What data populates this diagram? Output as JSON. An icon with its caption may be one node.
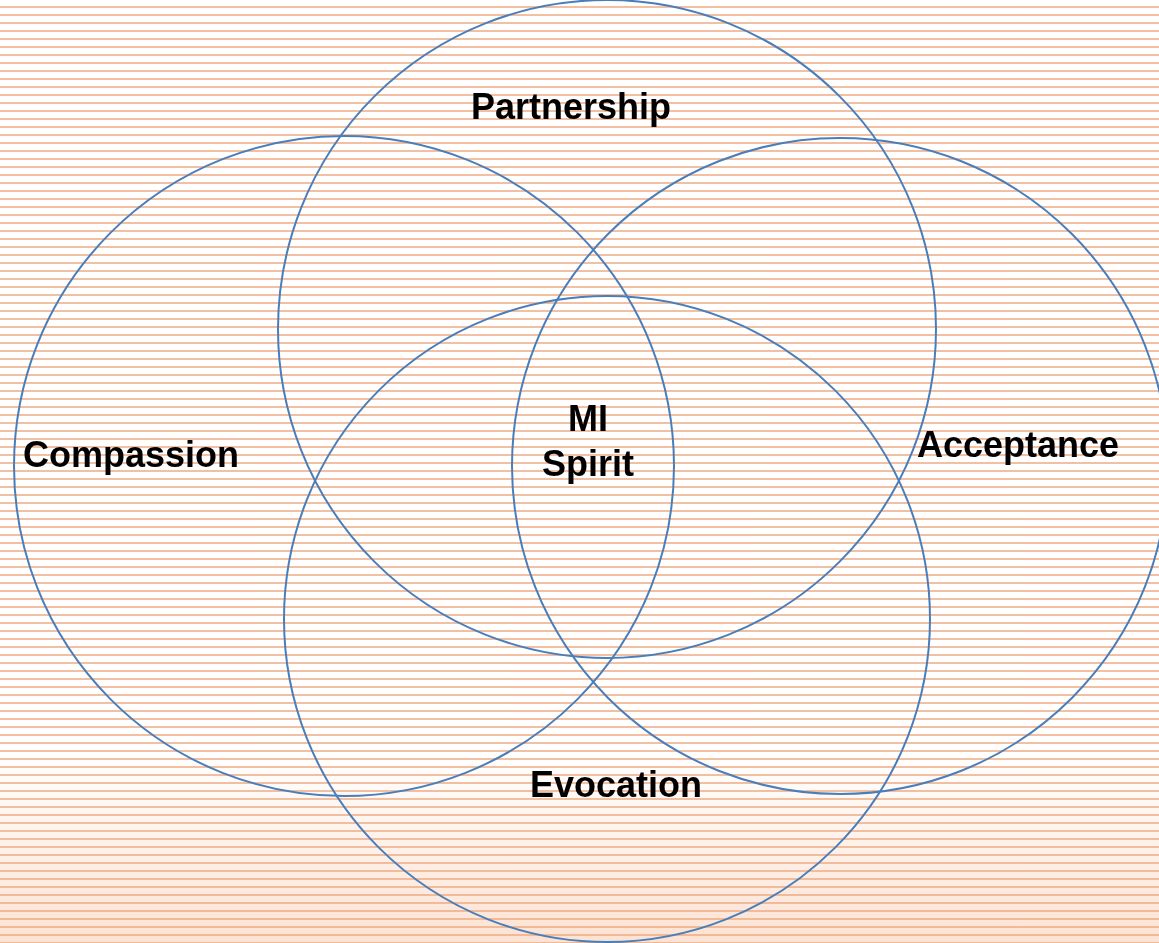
{
  "diagram": {
    "nodes": [
      {
        "text": [
          "Partnership"
        ]
      },
      {
        "text": [
          "Compassion"
        ]
      },
      {
        "text": [
          "Acceptance"
        ]
      },
      {
        "text": [
          "Evocation"
        ]
      },
      {
        "text": [
          "MI Spirit"
        ]
      }
    ]
  }
}
